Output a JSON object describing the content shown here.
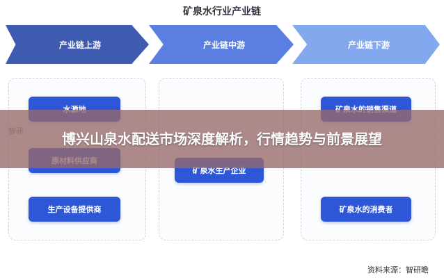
{
  "title": "矿泉水行业产业链",
  "stages": [
    {
      "label": "产业链上游",
      "color": "#3f5bb0"
    },
    {
      "label": "产业链中游",
      "color": "#5b7fe0"
    },
    {
      "label": "产业链下游",
      "color": "#83a8ee"
    }
  ],
  "upstream": [
    "水源地",
    "原材料供应商",
    "生产设备提供商"
  ],
  "midstream": [
    "矿泉水生产企业"
  ],
  "downstream": [
    "矿泉水的销售渠道",
    "矿泉水的消费者"
  ],
  "node_color": "#2e57d8",
  "watermark": "智研",
  "banner": "博兴山泉水配送市场深度解析，行情趋势与前景展望",
  "source": "资料来源：智研瞻"
}
